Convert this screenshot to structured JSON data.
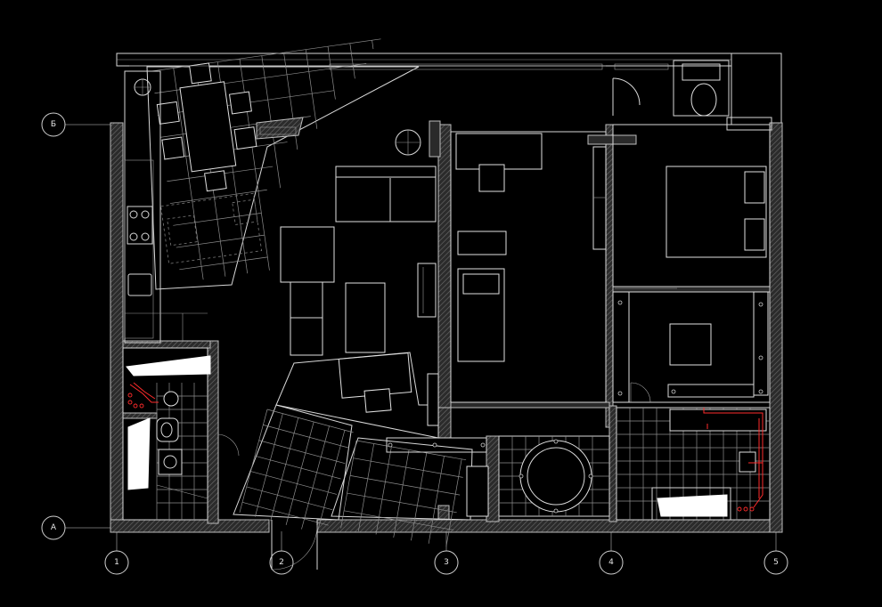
{
  "drawing": {
    "background": "#000000",
    "line_color": "#e0e0e0",
    "accent_color": "#ff2b2b"
  },
  "axes": {
    "horizontal": [
      {
        "label": "Б"
      },
      {
        "label": "А"
      }
    ],
    "vertical": [
      {
        "label": "1"
      },
      {
        "label": "2"
      },
      {
        "label": "3"
      },
      {
        "label": "4"
      },
      {
        "label": "5"
      }
    ]
  }
}
